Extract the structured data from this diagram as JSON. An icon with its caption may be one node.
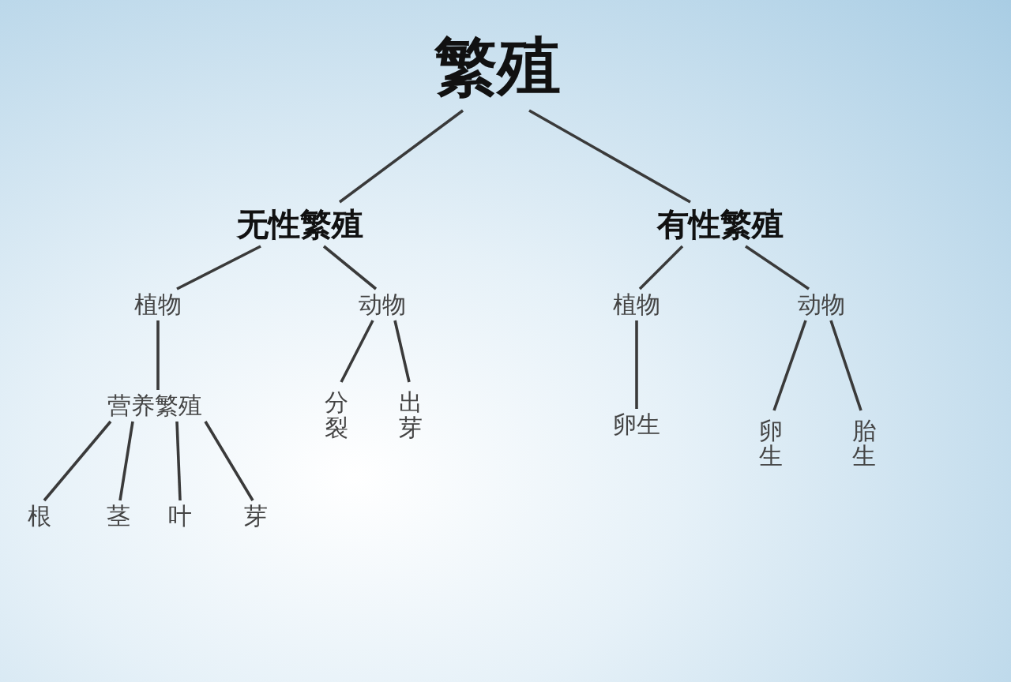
{
  "diagram": {
    "nodes": [
      {
        "text": [
          "繁殖"
        ]
      },
      {
        "text": [
          "无性繁殖"
        ]
      },
      {
        "text": [
          "有性繁殖"
        ]
      },
      {
        "text": [
          "植物"
        ]
      },
      {
        "text": [
          "动物"
        ]
      },
      {
        "text": [
          "植物"
        ]
      },
      {
        "text": [
          "动物"
        ]
      },
      {
        "text": [
          "营养繁殖"
        ]
      },
      {
        "text": [
          "分裂"
        ]
      },
      {
        "text": [
          "出芽"
        ]
      },
      {
        "text": [
          "卵生"
        ]
      },
      {
        "text": [
          "卵生"
        ]
      },
      {
        "text": [
          "胎生"
        ]
      },
      {
        "text": [
          "根"
        ]
      },
      {
        "text": [
          "茎"
        ]
      },
      {
        "text": [
          "叶"
        ]
      },
      {
        "text": [
          "芽"
        ]
      }
    ],
    "edges": [
      {
        "from": 0,
        "to": 1,
        "arrow": "none"
      },
      {
        "from": 0,
        "to": 2,
        "arrow": "none"
      },
      {
        "from": 1,
        "to": 3,
        "arrow": "none"
      },
      {
        "from": 1,
        "to": 4,
        "arrow": "none"
      },
      {
        "from": 2,
        "to": 5,
        "arrow": "none"
      },
      {
        "from": 2,
        "to": 6,
        "arrow": "none"
      },
      {
        "from": 3,
        "to": 7,
        "arrow": "none"
      },
      {
        "from": 4,
        "to": 8,
        "arrow": "none"
      },
      {
        "from": 4,
        "to": 9,
        "arrow": "none"
      },
      {
        "from": 5,
        "to": 10,
        "arrow": "none"
      },
      {
        "from": 6,
        "to": 11,
        "arrow": "none"
      },
      {
        "from": 6,
        "to": 12,
        "arrow": "none"
      },
      {
        "from": 7,
        "to": 13,
        "arrow": "none"
      },
      {
        "from": 7,
        "to": 14,
        "arrow": "none"
      },
      {
        "from": 7,
        "to": 15,
        "arrow": "none"
      },
      {
        "from": 7,
        "to": 16,
        "arrow": "none"
      }
    ]
  }
}
